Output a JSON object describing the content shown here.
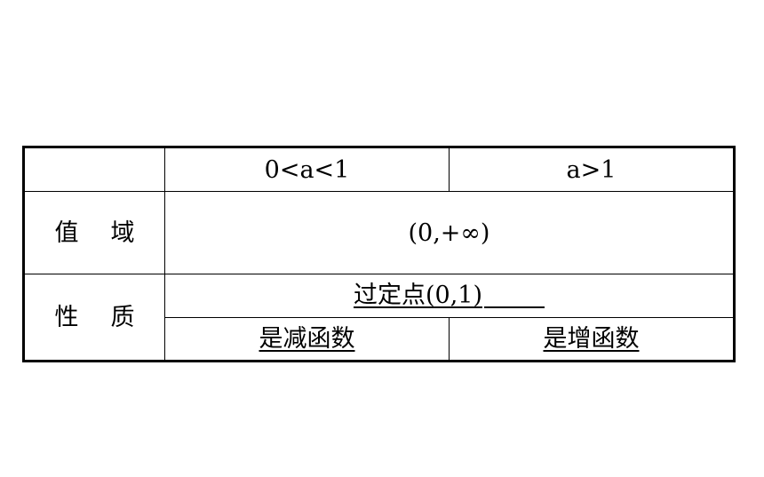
{
  "table": {
    "header": {
      "col1": "0<a<1",
      "col2": "a>1"
    },
    "range": {
      "label_char1": "值",
      "label_char2": "域",
      "value": "(0,+∞)"
    },
    "property": {
      "label_char1": "性",
      "label_char2": "质",
      "fixed_point": "过定点(0,1)",
      "decreasing": "是减函数",
      "increasing": "是增函数"
    }
  }
}
